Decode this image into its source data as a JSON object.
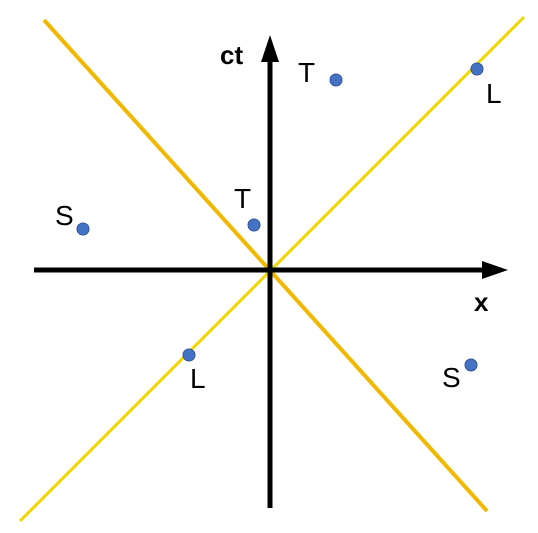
{
  "axes": {
    "x_label": "x",
    "y_label": "ct"
  },
  "colors": {
    "axis": "#000000",
    "light_line_positive": "#f2d600",
    "light_line_negative": "#f0b800",
    "point_fill": "#4472c4",
    "point_stroke": "#2f5597"
  },
  "point_labels": {
    "t_upper": "T",
    "l_upper": "L",
    "t_near": "T",
    "s_left": "S",
    "l_lower": "L",
    "s_right": "S"
  }
}
